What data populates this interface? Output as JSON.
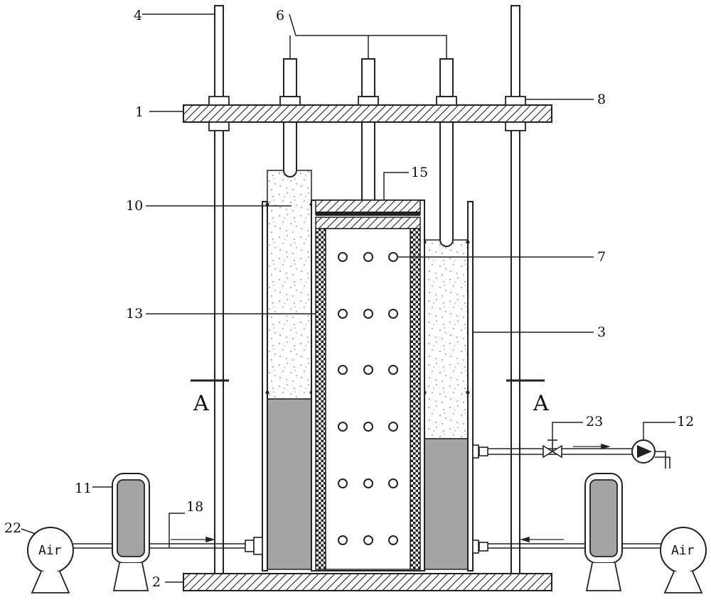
{
  "diagram": {
    "labels": {
      "plate_top": "1",
      "plate_bottom": "2",
      "outer_cylinder": "3",
      "rod": "4",
      "pistons": "6",
      "holes": "7",
      "nut": "8",
      "sand_fill": "10",
      "air_filter": "11",
      "pump": "12",
      "inner_wall": "13",
      "top_cap": "15",
      "air_line": "18",
      "air_compressor": "22",
      "valve": "23"
    },
    "section_marks": [
      "A",
      "A"
    ],
    "air_text": "Air"
  }
}
